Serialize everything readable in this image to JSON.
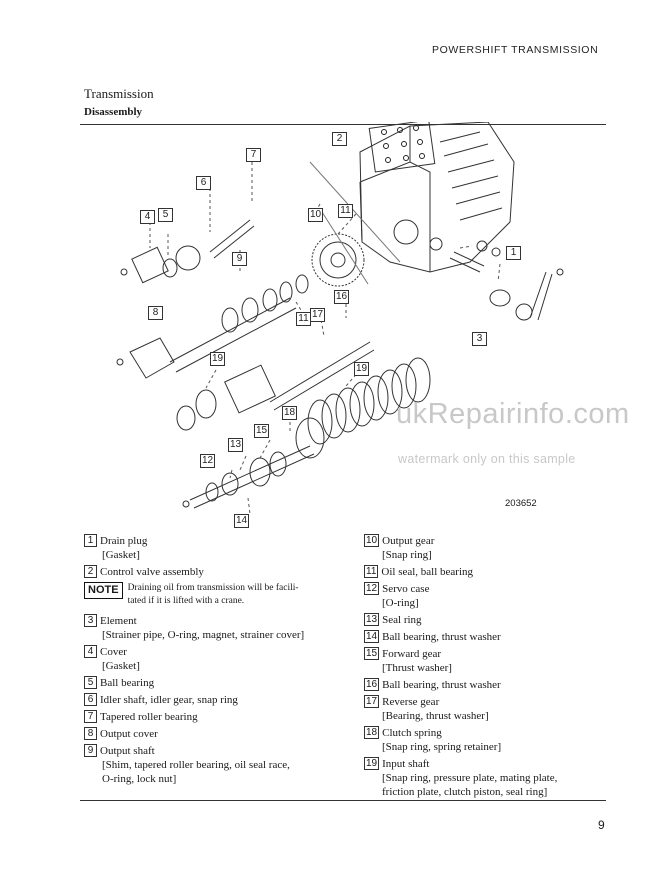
{
  "header": {
    "title": "POWERSHIFT TRANSMISSION"
  },
  "section": {
    "title": "Transmission",
    "subtitle": "Disassembly"
  },
  "diagram": {
    "figure_number": "203652",
    "callouts": [
      "1",
      "2",
      "3",
      "4",
      "5",
      "6",
      "7",
      "8",
      "9",
      "10",
      "11",
      "11",
      "17",
      "12",
      "13",
      "14",
      "15",
      "16",
      "18",
      "19",
      "19"
    ]
  },
  "watermark": {
    "big": "ukRepairinfo.com",
    "small": "watermark only on this sample"
  },
  "legend_left": [
    {
      "num": "1",
      "label": "Drain plug",
      "sub": "[Gasket]"
    },
    {
      "num": "2",
      "label": "Control valve assembly",
      "sub": ""
    },
    {
      "num": "3",
      "label": "Element",
      "sub": "[Strainer pipe, O-ring, magnet, strainer cover]"
    },
    {
      "num": "4",
      "label": "Cover",
      "sub": "[Gasket]"
    },
    {
      "num": "5",
      "label": "Ball bearing",
      "sub": ""
    },
    {
      "num": "6",
      "label": "Idler shaft, idler gear, snap ring",
      "sub": ""
    },
    {
      "num": "7",
      "label": "Tapered roller bearing",
      "sub": ""
    },
    {
      "num": "8",
      "label": "Output cover",
      "sub": ""
    },
    {
      "num": "9",
      "label": "Output shaft",
      "sub": "[Shim, tapered roller bearing, oil seal race,",
      "sub2": "O-ring, lock nut]"
    }
  ],
  "note": {
    "badge": "NOTE",
    "line1": "Draining oil from transmission will be facili-",
    "line2": "tated if it is lifted with a crane."
  },
  "legend_right": [
    {
      "num": "10",
      "label": "Output gear",
      "sub": "[Snap ring]"
    },
    {
      "num": "11",
      "label": "Oil seal, ball bearing",
      "sub": ""
    },
    {
      "num": "12",
      "label": "Servo case",
      "sub": "[O-ring]"
    },
    {
      "num": "13",
      "label": "Seal ring",
      "sub": ""
    },
    {
      "num": "14",
      "label": "Ball bearing, thrust washer",
      "sub": ""
    },
    {
      "num": "15",
      "label": "Forward gear",
      "sub": "[Thrust washer]"
    },
    {
      "num": "16",
      "label": "Ball bearing, thrust washer",
      "sub": ""
    },
    {
      "num": "17",
      "label": "Reverse gear",
      "sub": "[Bearing, thrust washer]"
    },
    {
      "num": "18",
      "label": "Clutch spring",
      "sub": "[Snap ring, spring retainer]"
    },
    {
      "num": "19",
      "label": "Input shaft",
      "sub": "[Snap ring, pressure plate, mating plate,",
      "sub2": "friction plate, clutch piston, seal ring]"
    }
  ],
  "page": {
    "number": "9"
  }
}
